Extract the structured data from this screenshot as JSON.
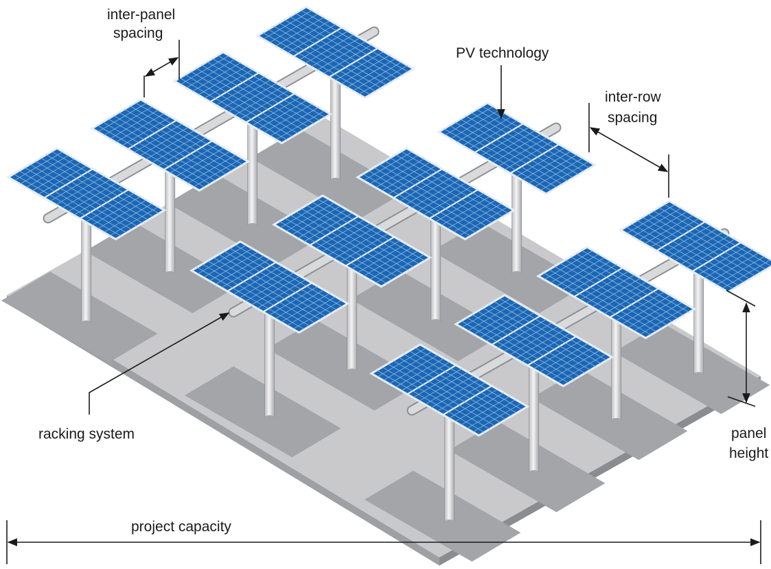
{
  "labels": {
    "inter_panel_spacing": [
      "inter-panel",
      "spacing"
    ],
    "pv_technology": "PV technology",
    "inter_row_spacing": [
      "inter-row",
      "spacing"
    ],
    "racking_system": "racking system",
    "panel_height": [
      "panel",
      "height"
    ],
    "project_capacity": "project capacity"
  },
  "colors": {
    "ground_top": "#c9c9cb",
    "ground_side": "#9fa0a3",
    "shadow": "#a4a5a8",
    "panel": "#1c66b3",
    "panel_grid": "#8fbfe8",
    "panel_edge": "#e6eef6",
    "pole": "#e2e3e5",
    "rail": "#d9dadc"
  }
}
